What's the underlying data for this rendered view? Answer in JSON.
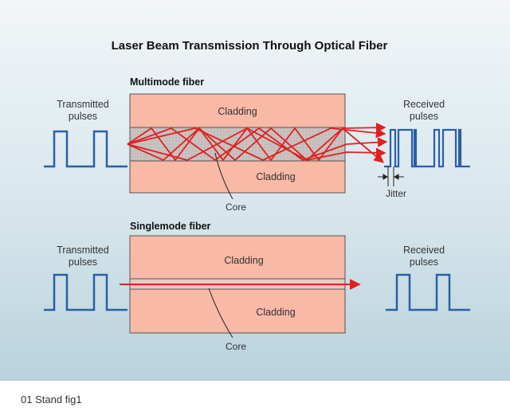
{
  "title": "Laser Beam Transmission Through Optical Fiber",
  "multimode": {
    "heading": "Multimode fiber",
    "transmitted": [
      "Transmitted",
      "pulses"
    ],
    "received": [
      "Received",
      "pulses"
    ],
    "cladding_top": "Cladding",
    "cladding_bottom": "Cladding",
    "core": "Core",
    "jitter": "Jitter"
  },
  "singlemode": {
    "heading": "Singlemode fiber",
    "transmitted": [
      "Transmitted",
      "pulses"
    ],
    "received": [
      "Received",
      "pulses"
    ],
    "cladding_top": "Cladding",
    "cladding_bottom": "Cladding",
    "core": "Core"
  },
  "footer": {
    "label": "01 Stand fig1"
  },
  "colors": {
    "cladding": "#f8b9a6",
    "core_multimode": "#c9c2c0",
    "core_singlemode": "#e8c9c2",
    "pulse": "#2b5fa6",
    "ray": "#e02020",
    "outline": "#555555"
  }
}
